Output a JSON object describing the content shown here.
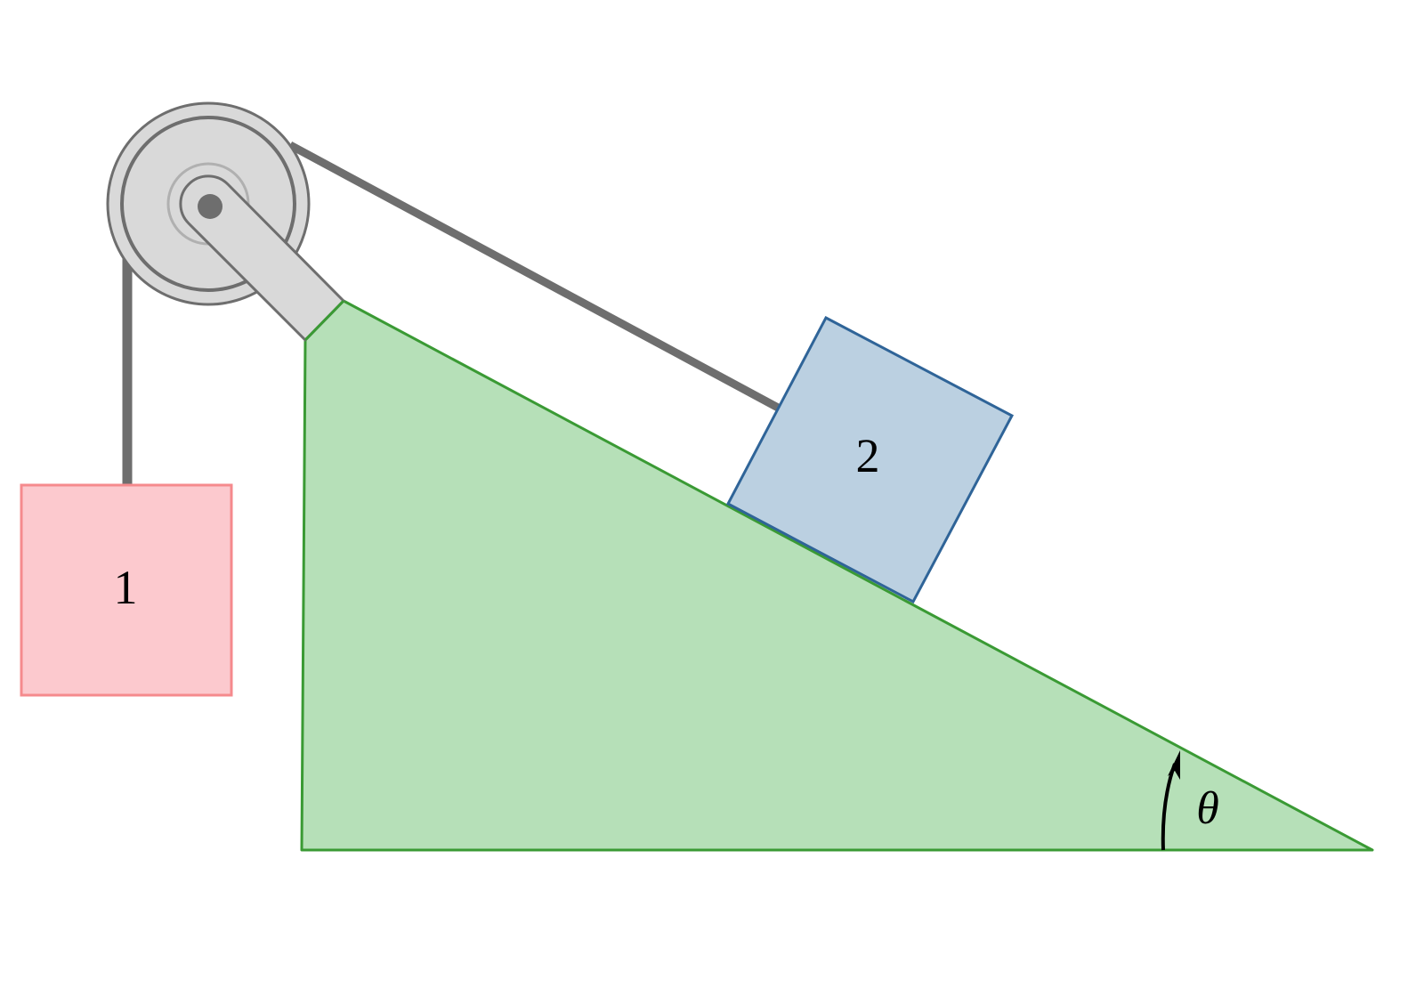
{
  "diagram": {
    "type": "physics-pulley-incline",
    "labels": {
      "block1": "1",
      "block2": "2",
      "angle": "θ"
    },
    "colors": {
      "incline_fill": "#b6e0b8",
      "incline_stroke": "#3a9a34",
      "block1_fill": "#fcc9ce",
      "block1_stroke": "#f58a8d",
      "block2_fill": "#bbd0e1",
      "block2_stroke": "#2f6498",
      "pulley_fill": "#d9d9d9",
      "pulley_stroke": "#6e6e6e",
      "rope": "#6e6e6e",
      "inner_ring": "#b0b0b0"
    },
    "components": [
      {
        "name": "Block 1",
        "description": "Hanging mass on left side of pulley"
      },
      {
        "name": "Block 2",
        "description": "Mass resting on incline connected by rope over pulley"
      },
      {
        "name": "Pulley",
        "description": "Pulley mounted at top of incline with bracket"
      },
      {
        "name": "Incline",
        "description": "Right triangle wedge with angle θ at bottom right"
      }
    ]
  }
}
